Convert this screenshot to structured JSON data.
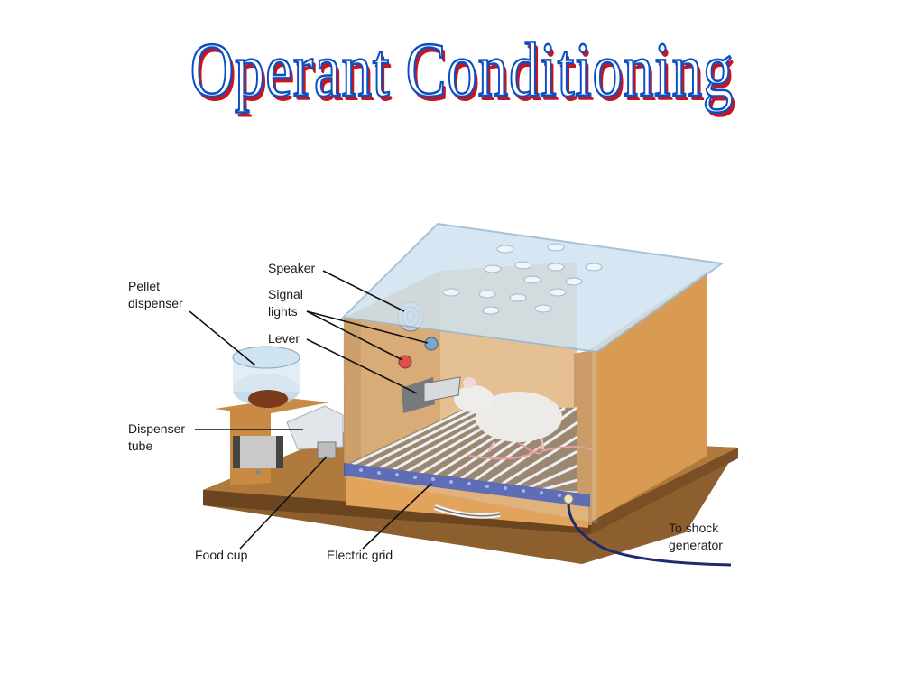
{
  "title": "Operant Conditioning",
  "labels": {
    "pellet_dispenser": [
      "Pellet",
      "dispenser"
    ],
    "speaker": "Speaker",
    "signal_lights": [
      "Signal",
      "lights"
    ],
    "lever": "Lever",
    "dispenser_tube": [
      "Dispenser",
      "tube"
    ],
    "food_cup": "Food cup",
    "electric_grid": "Electric grid",
    "shock_generator": [
      "To shock",
      "generator"
    ]
  },
  "colors": {
    "title_outline": "#0a4fc4",
    "title_shadow": "#c8141e",
    "box_wood": "#d7974f",
    "base_wood": "#8a5a2b",
    "glass": "#cfe3f1"
  }
}
